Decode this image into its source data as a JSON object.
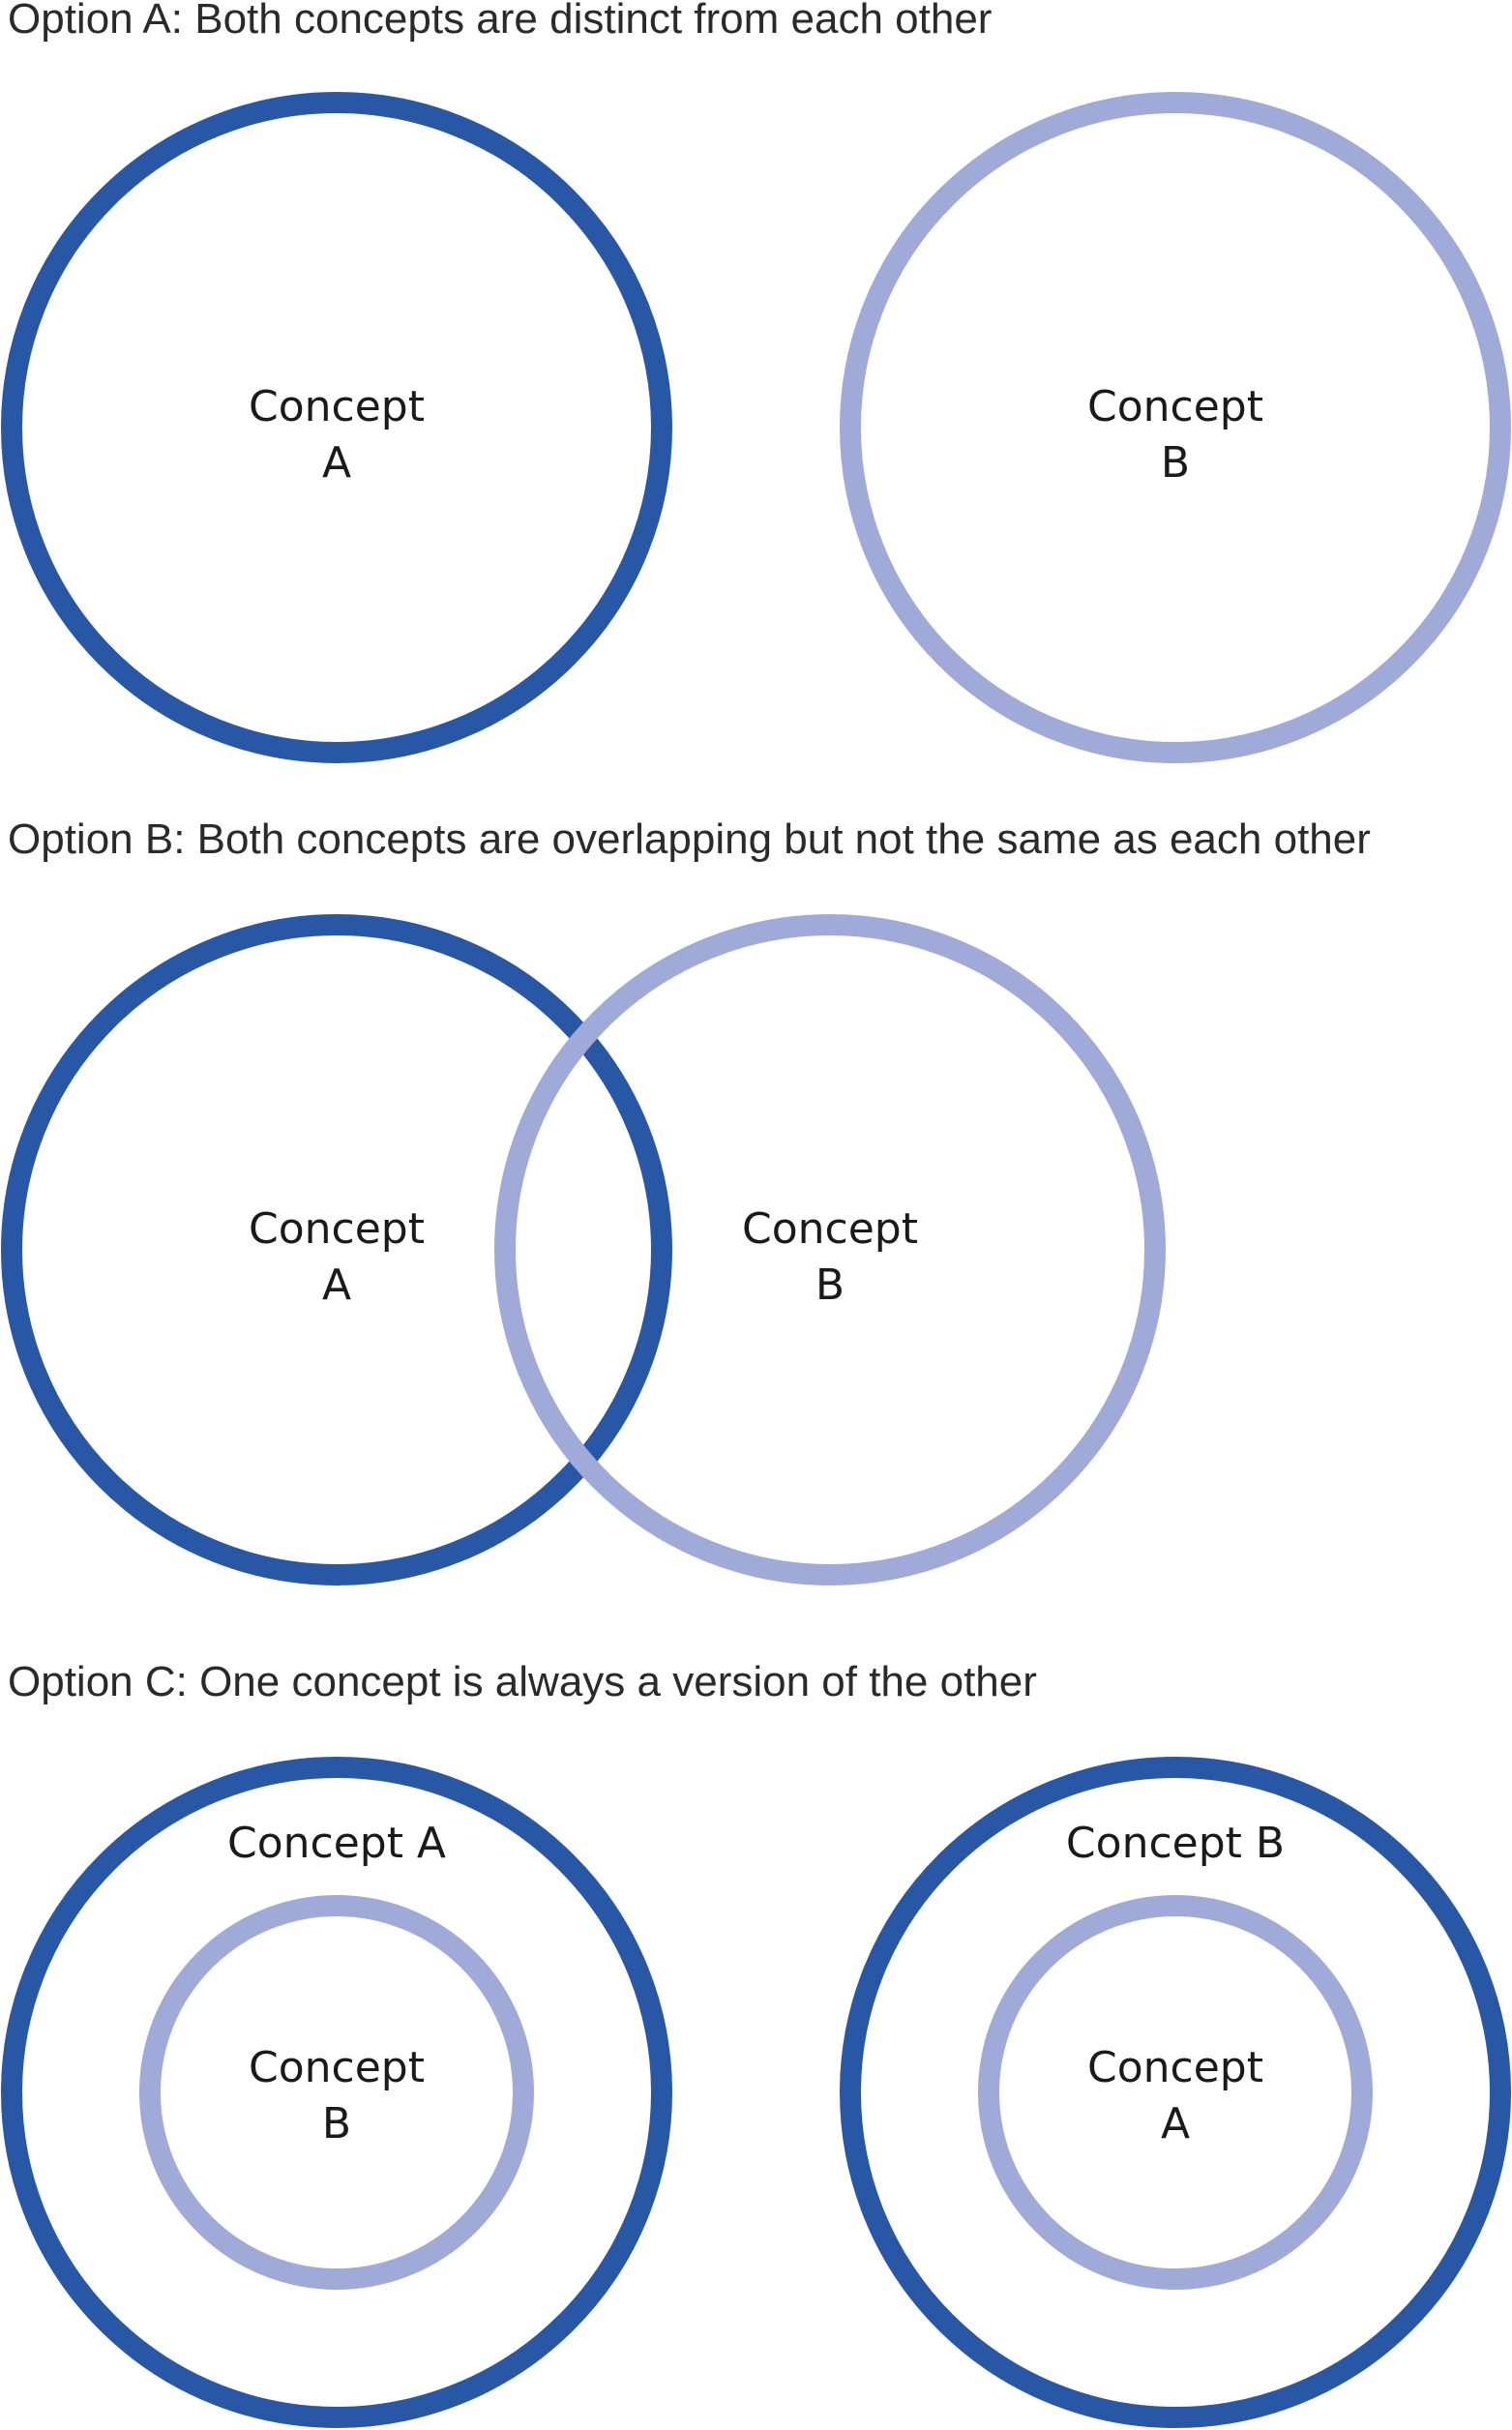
{
  "colors": {
    "dark_ring": "#2858a5",
    "light_ring": "#a0aad8"
  },
  "option_a": {
    "heading": "Option A: Both concepts are distinct from each other",
    "left_line1": "Concept",
    "left_line2": "A",
    "right_line1": "Concept",
    "right_line2": "B"
  },
  "option_b": {
    "heading": "Option B: Both concepts are overlapping but not the same as each other",
    "left_line1": "Concept",
    "left_line2": "A",
    "right_line1": "Concept",
    "right_line2": "B"
  },
  "option_c": {
    "heading": "Option C: One concept is always a version of the other",
    "left_outer": "Concept A",
    "left_inner_line1": "Concept",
    "left_inner_line2": "B",
    "right_outer": "Concept B",
    "right_inner_line1": "Concept",
    "right_inner_line2": "A"
  }
}
